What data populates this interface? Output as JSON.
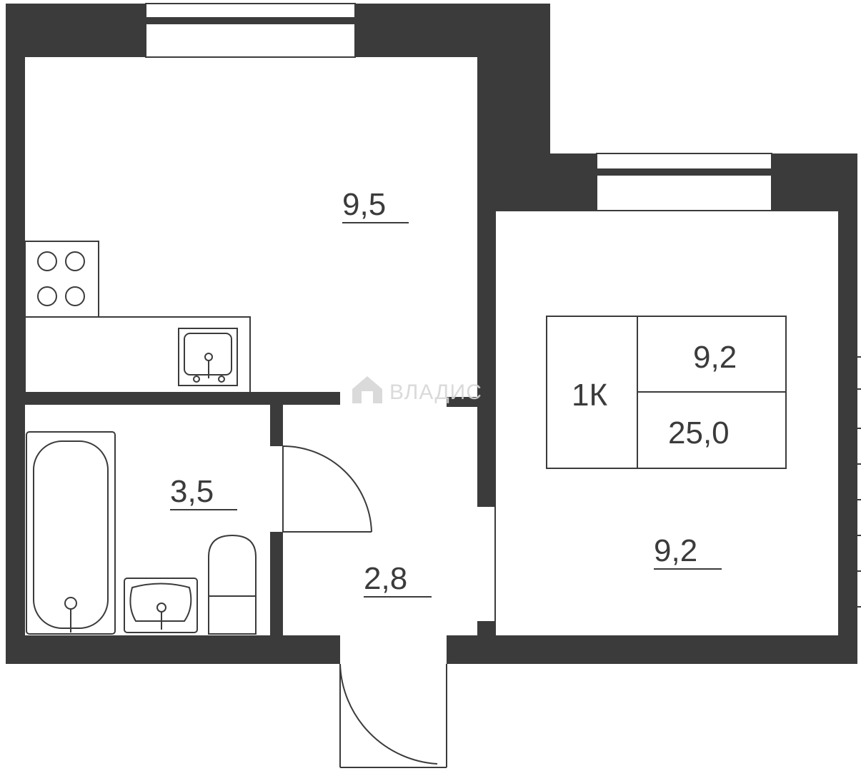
{
  "rooms": {
    "kitchen": {
      "area": "9,5"
    },
    "bathroom": {
      "area": "3,5"
    },
    "hallway": {
      "area": "2,8"
    },
    "living_room": {
      "area": "9,2"
    }
  },
  "summary": {
    "type": "1К",
    "living_area": "9,2",
    "total_area": "25,0"
  },
  "watermark": {
    "text": "ВЛАДИС"
  },
  "colors": {
    "wall": "#3b3b3b",
    "background": "#ffffff",
    "watermark": "#d6d6d6"
  }
}
